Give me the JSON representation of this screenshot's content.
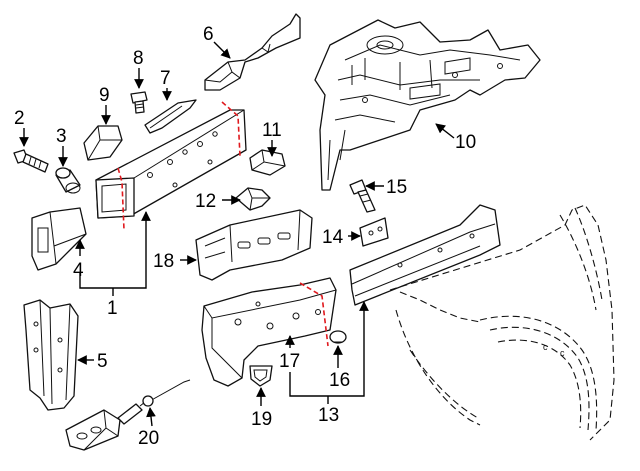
{
  "diagram": {
    "callouts": {
      "c1": "1",
      "c2": "2",
      "c3": "3",
      "c4": "4",
      "c5": "5",
      "c6": "6",
      "c7": "7",
      "c8": "8",
      "c9": "9",
      "c10": "10",
      "c11": "11",
      "c12": "12",
      "c13": "13",
      "c14": "14",
      "c15": "15",
      "c16": "16",
      "c17": "17",
      "c18": "18",
      "c19": "19",
      "c20": "20"
    },
    "fender_marks": {
      "m1": "c",
      "m2": "c"
    },
    "colors": {
      "line": "#111111",
      "cut_line": "#e0191e",
      "background": "#ffffff"
    }
  }
}
